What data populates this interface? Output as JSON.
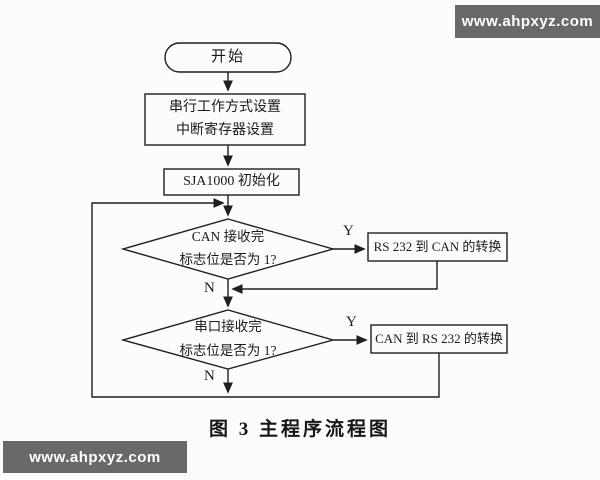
{
  "watermark": {
    "text": "www.ahpxyz.com",
    "bg_color": "#696969",
    "text_color": "#ffffff"
  },
  "flowchart": {
    "stroke_color": "#1f1f1f",
    "start": {
      "label": "开始"
    },
    "setup": {
      "line1": "串行工作方式设置",
      "line2": "中断寄存器设置"
    },
    "init": {
      "label": "SJA1000 初始化"
    },
    "decision1": {
      "line1": "CAN 接收完",
      "line2": "标志位是否为 1?"
    },
    "process1": {
      "label": "RS 232 到 CAN 的转换"
    },
    "decision2": {
      "line1": "串口接收完",
      "line2": "标志位是否为 1?"
    },
    "process2": {
      "label": "CAN 到 RS 232 的转换"
    },
    "yes_label": "Y",
    "no_label": "N"
  },
  "caption": "图 3  主程序流程图"
}
